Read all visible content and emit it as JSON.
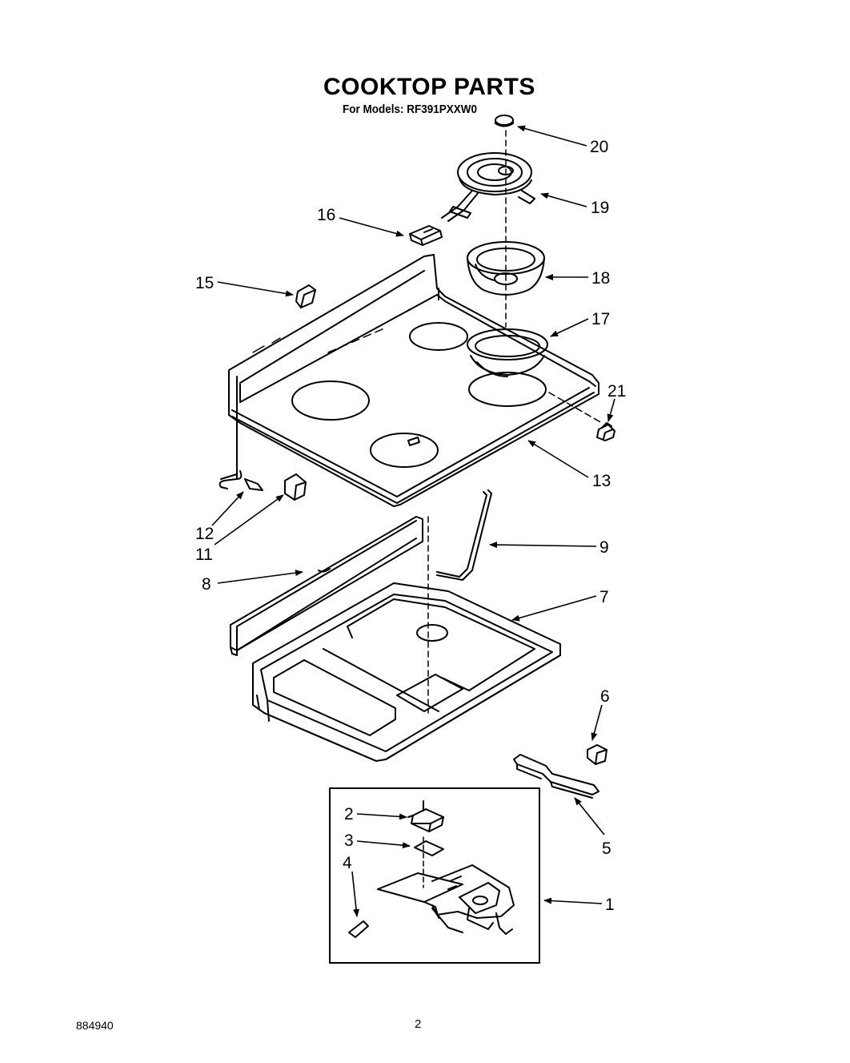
{
  "title": "COOKTOP PARTS",
  "subtitle": "For Models: RF391PXXW0",
  "callouts": {
    "c1": "1",
    "c2": "2",
    "c3": "3",
    "c4": "4",
    "c5": "5",
    "c6": "6",
    "c7": "7",
    "c8": "8",
    "c9": "9",
    "c11": "11",
    "c12": "12",
    "c13": "13",
    "c15": "15",
    "c16": "16",
    "c17": "17",
    "c18": "18",
    "c19": "19",
    "c20": "20",
    "c21": "21"
  },
  "footer": {
    "code": "884940",
    "page": "2"
  }
}
